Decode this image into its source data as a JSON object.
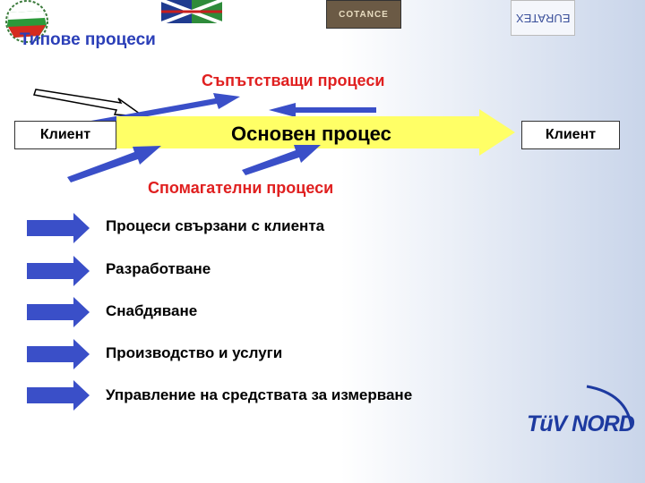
{
  "title": "Типове процеси",
  "supporting_label": "Съпътстващи процеси",
  "auxiliary_label": "Спомагателни процеси",
  "main_process_label": "Основен процес",
  "client_left": "Клиент",
  "client_right": "Клиент",
  "process_items": [
    "Процеси свързани с клиента",
    "Разработване",
    "Снабдяване",
    "Производство и услуги",
    "Управление на средствата за измерване"
  ],
  "logos": {
    "tuv": "TüV NORD",
    "cotance": "COTANCE",
    "euratex": "EURATEX"
  },
  "colors": {
    "title": "#2b3fb8",
    "red_labels": "#e02020",
    "main_arrow": "#ffff66",
    "blue_arrow": "#3a4fc8"
  }
}
